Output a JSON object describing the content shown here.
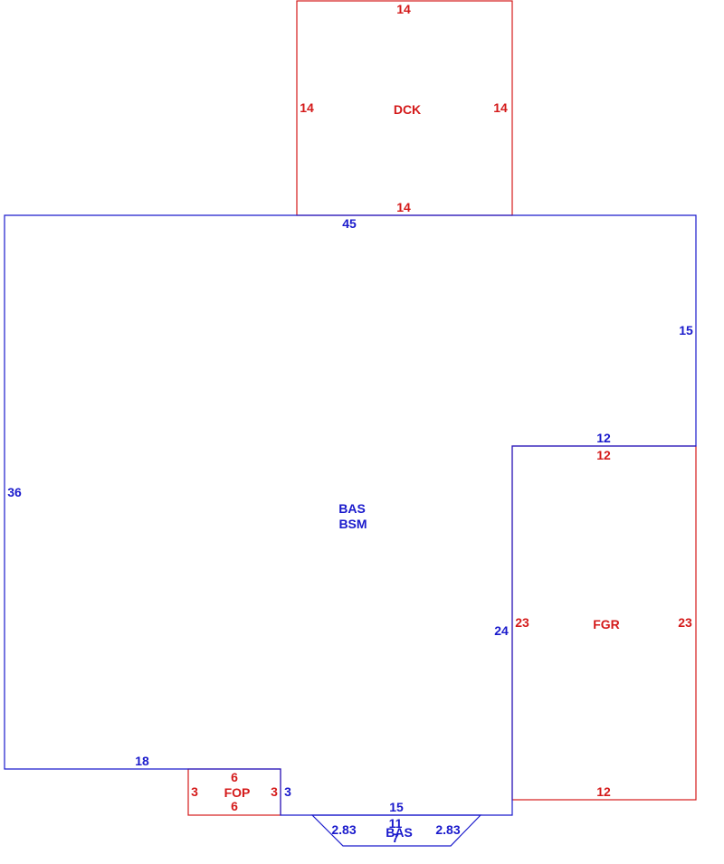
{
  "colors": {
    "red": "#d41a1a",
    "blue": "#1a1acc"
  },
  "areas": {
    "dck": {
      "label": "DCK",
      "dims": {
        "top": "14",
        "left": "14",
        "right": "14",
        "bottom": "14"
      }
    },
    "bas": {
      "label_line1": "BAS",
      "label_line2": "BSM",
      "dims": {
        "top": "45",
        "right": "15",
        "left": "36",
        "inner_step": "12",
        "inner_right": "24",
        "bottom_left": "18",
        "fop_side": "3",
        "bottom": "15"
      }
    },
    "fgr": {
      "label": "FGR",
      "dims": {
        "top": "12",
        "left": "23",
        "right": "23",
        "bottom": "12"
      }
    },
    "fop": {
      "label": "FOP",
      "dims": {
        "top": "6",
        "left": "3",
        "right": "3",
        "bottom": "6"
      }
    },
    "bay": {
      "label": "BAS",
      "dims": {
        "top": "11",
        "left": "2.83",
        "right": "2.83",
        "bottom": "7"
      }
    }
  }
}
